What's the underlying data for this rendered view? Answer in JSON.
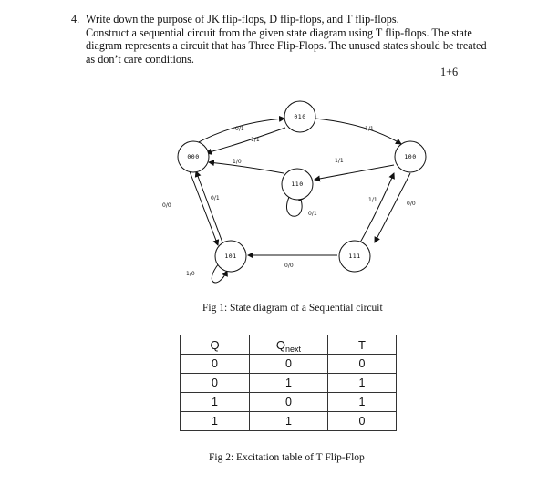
{
  "question": {
    "number": "4.",
    "lines": [
      "Write down the purpose of JK flip-flops, D flip-flops, and T flip-flops.",
      "Construct a sequential circuit from the given state diagram using T flip-flops. The state",
      "diagram represents a circuit that has Three Flip-Flops. The unused states should be treated",
      "as don’t care conditions."
    ],
    "marks": "1+6"
  },
  "state_diagram": {
    "states": [
      "000",
      "010",
      "100",
      "110",
      "101",
      "111"
    ],
    "transitions": [
      {
        "from": "000",
        "to": "010",
        "label": "0/1"
      },
      {
        "from": "010",
        "to": "000",
        "label": "1/1"
      },
      {
        "from": "010",
        "to": "100",
        "label": "1/1"
      },
      {
        "from": "110",
        "to": "000",
        "label": "1/0"
      },
      {
        "from": "100",
        "to": "110",
        "label": "1/1"
      },
      {
        "from": "110",
        "to": "110",
        "label": "0/1"
      },
      {
        "from": "000",
        "to": "101",
        "label": "0/0"
      },
      {
        "from": "101",
        "to": "000",
        "label": "0/1"
      },
      {
        "from": "101",
        "to": "101",
        "label": "1/0"
      },
      {
        "from": "111",
        "to": "100",
        "label": "1/1"
      },
      {
        "from": "100",
        "to": "111",
        "label": "0/0"
      },
      {
        "from": "111",
        "to": "101",
        "label": "0/0"
      }
    ],
    "caption": "Fig 1: State diagram of a Sequential circuit"
  },
  "excitation_table": {
    "headers": [
      "Q",
      "Q",
      "next",
      "T"
    ],
    "rows": [
      [
        "0",
        "0",
        "0"
      ],
      [
        "0",
        "1",
        "1"
      ],
      [
        "1",
        "0",
        "1"
      ],
      [
        "1",
        "1",
        "0"
      ]
    ],
    "caption": "Fig 2: Excitation table of T Flip-Flop"
  }
}
